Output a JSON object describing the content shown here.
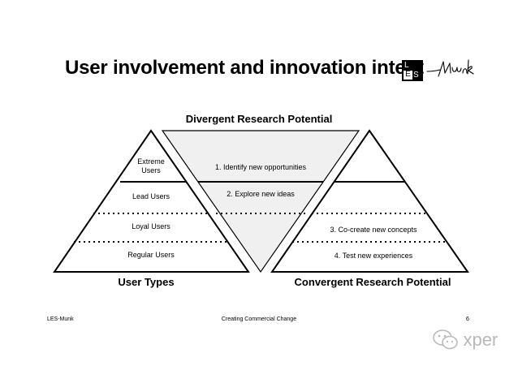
{
  "title": "User involvement and innovation intent",
  "logo": {
    "letters": [
      "L",
      "E",
      "S"
    ],
    "signature": "Munk"
  },
  "top_label": "Divergent Research Potential",
  "left_pyramid": {
    "label": "User Types",
    "tiers": [
      "Extreme\nUsers",
      "Lead Users",
      "Loyal Users",
      "Regular Users"
    ]
  },
  "center_funnel": {
    "steps": [
      "1. Identify new opportunities",
      "2. Explore new ideas"
    ]
  },
  "right_pyramid": {
    "label": "Convergent Research Potential",
    "steps": [
      "3. Co-create new concepts",
      "4. Test new experiences"
    ]
  },
  "footer": {
    "left": "LES-Munk",
    "center": "Creating Commercial Change",
    "right": "6"
  },
  "watermark": {
    "text": "xper"
  }
}
